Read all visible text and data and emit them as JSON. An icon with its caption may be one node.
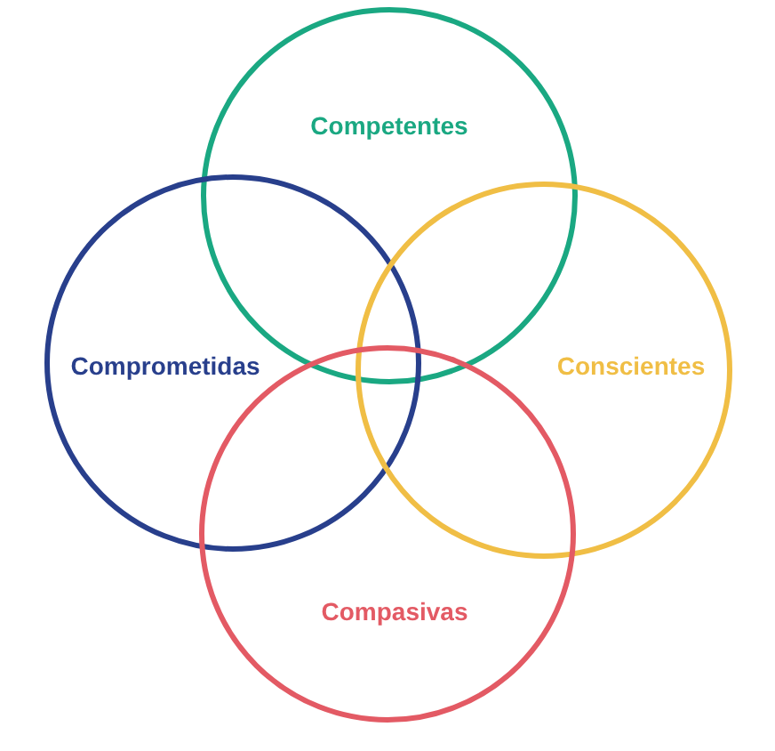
{
  "diagram": {
    "nodes": [
      {
        "text": [
          "Competentes"
        ]
      },
      {
        "text": [
          "Comprometidas"
        ]
      },
      {
        "text": [
          "Conscientes"
        ]
      },
      {
        "text": [
          "Compasivas"
        ]
      }
    ]
  }
}
